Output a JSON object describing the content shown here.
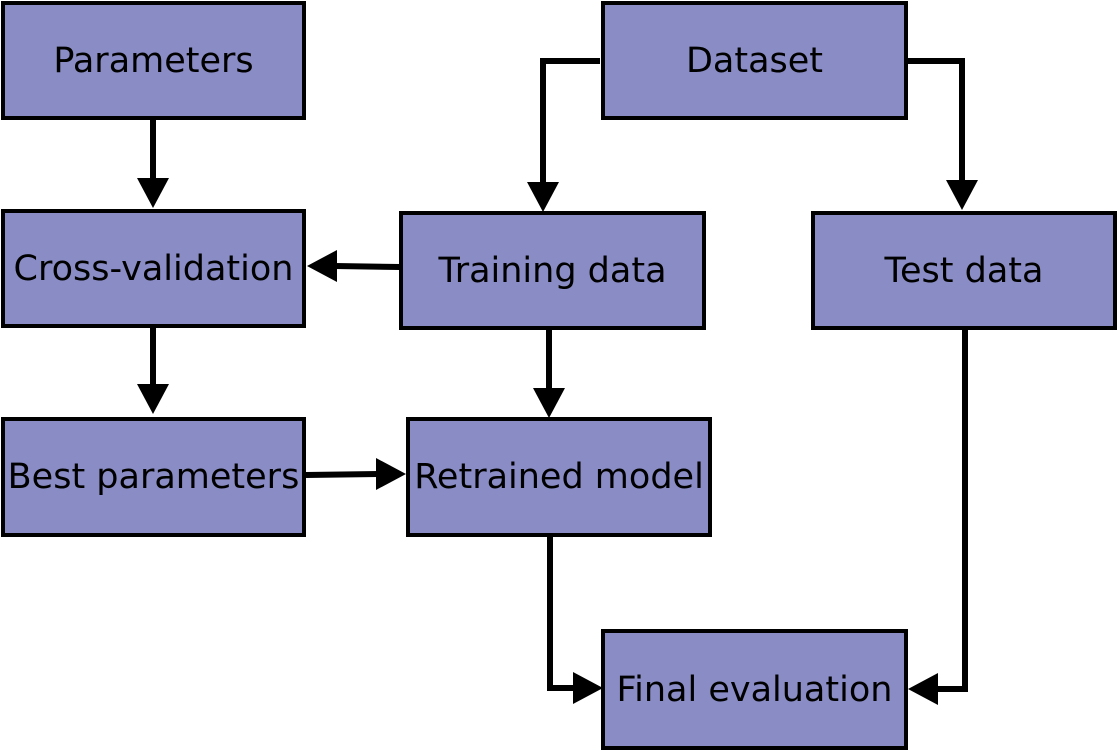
{
  "colors": {
    "box_fill": "#8a8cc5",
    "box_border": "#000000",
    "arrow": "#000000",
    "background": "#ffffff"
  },
  "nodes": {
    "parameters": "Parameters",
    "dataset": "Dataset",
    "cross_validation": "Cross-validation",
    "training_data": "Training data",
    "test_data": "Test data",
    "best_parameters": "Best parameters",
    "retrained_model": "Retrained model",
    "final_evaluation": "Final evaluation"
  }
}
